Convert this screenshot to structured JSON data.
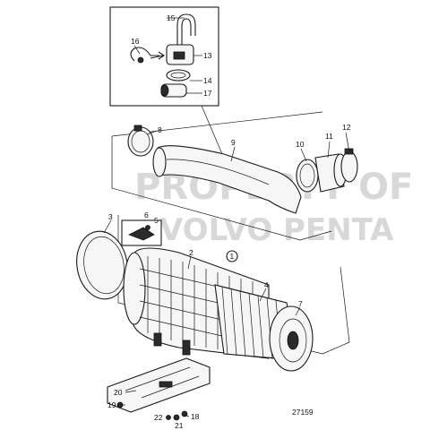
{
  "watermark": {
    "line1": "PROPERTY OF",
    "line2": "VOLVO PENTA"
  },
  "drawing_number": "27159",
  "callouts": [
    "1",
    "2",
    "3",
    "4",
    "5",
    "6",
    "7",
    "8",
    "9",
    "10",
    "11",
    "12",
    "13",
    "14",
    "15",
    "16",
    "17",
    "18",
    "19",
    "20",
    "21",
    "22"
  ]
}
